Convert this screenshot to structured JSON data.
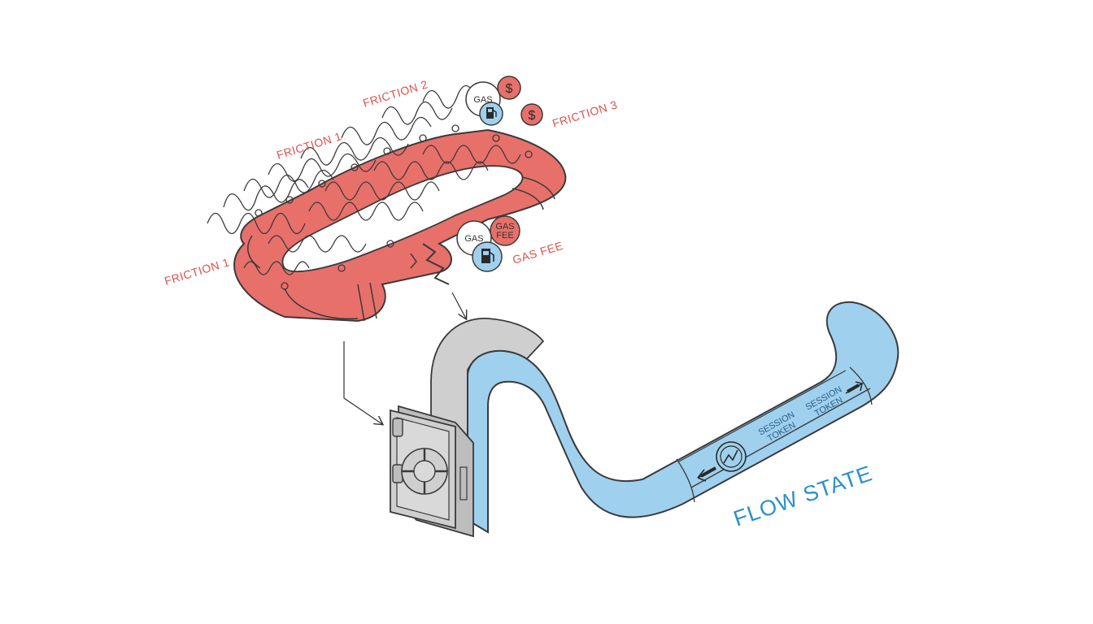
{
  "labels": {
    "friction_1_top": "FRICTION 1",
    "friction_1_left": "FRICTION 1",
    "friction_2": "FRICTION 2",
    "friction_3": "FRICTION 3",
    "gas_top": "GAS",
    "gas_mid": "GAS",
    "gas_fee_badge_line1": "GAS",
    "gas_fee_badge_line2": "FEE",
    "gas_fee": "GAS FEE",
    "dollar_1": "$",
    "dollar_2": "$",
    "session_token_1_line1": "SESSION",
    "session_token_1_line2": "TOKEN",
    "session_token_2_line1": "SESSION",
    "session_token_2_line2": "TOKEN",
    "flow_state": "FLOW STATE"
  },
  "colors": {
    "friction_pipe": "#e8706a",
    "flow_pipe": "#9fd0ee",
    "vault": "#cfcfcf",
    "label_red": "#d9534f",
    "label_blue": "#2e8fc9"
  },
  "icons": [
    "dollar-icon",
    "fuel-pump-icon",
    "vault-dial-icon",
    "session-key-icon",
    "arrow-left-icon",
    "arrow-right-icon"
  ]
}
